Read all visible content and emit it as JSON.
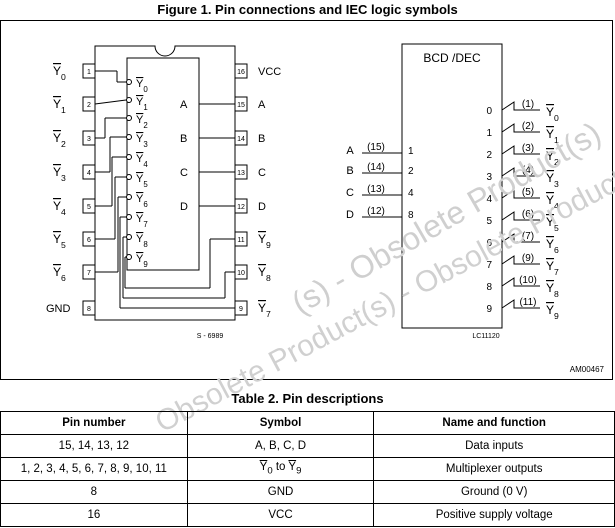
{
  "figure_title": "Figure 1. Pin connections and IEC logic symbols",
  "table_title": "Table 2. Pin descriptions",
  "watermark": "Obsolete Product(s) - Obsolete Product(s)",
  "dip": {
    "left_pins": [
      {
        "num": "1",
        "label": "Y",
        "sub": "0"
      },
      {
        "num": "2",
        "label": "Y",
        "sub": "1"
      },
      {
        "num": "3",
        "label": "Y",
        "sub": "2"
      },
      {
        "num": "4",
        "label": "Y",
        "sub": "3"
      },
      {
        "num": "5",
        "label": "Y",
        "sub": "4"
      },
      {
        "num": "6",
        "label": "Y",
        "sub": "5"
      },
      {
        "num": "7",
        "label": "Y",
        "sub": "6"
      },
      {
        "num": "8",
        "label": "GND",
        "sub": ""
      }
    ],
    "right_pins": [
      {
        "num": "16",
        "label": "V",
        "sub": "CC"
      },
      {
        "num": "15",
        "label": "A",
        "sub": ""
      },
      {
        "num": "14",
        "label": "B",
        "sub": ""
      },
      {
        "num": "13",
        "label": "C",
        "sub": ""
      },
      {
        "num": "12",
        "label": "D",
        "sub": ""
      },
      {
        "num": "11",
        "label": "Y",
        "sub": "9"
      },
      {
        "num": "10",
        "label": "Y",
        "sub": "8"
      },
      {
        "num": "9",
        "label": "Y",
        "sub": "7"
      }
    ],
    "inner_outputs": [
      "0",
      "1",
      "2",
      "3",
      "4",
      "5",
      "6",
      "7",
      "8",
      "9"
    ],
    "inner_inputs": [
      "A",
      "B",
      "C",
      "D"
    ],
    "ref": "S - 6989"
  },
  "iec": {
    "title": "BCD /DEC",
    "inputs": [
      {
        "name": "A",
        "pin": "(15)",
        "weight": "1"
      },
      {
        "name": "B",
        "pin": "(14)",
        "weight": "2"
      },
      {
        "name": "C",
        "pin": "(13)",
        "weight": "4"
      },
      {
        "name": "D",
        "pin": "(12)",
        "weight": "8"
      }
    ],
    "outputs": [
      {
        "idx": "0",
        "pin": "(1)",
        "sub": "0"
      },
      {
        "idx": "1",
        "pin": "(2)",
        "sub": "1"
      },
      {
        "idx": "2",
        "pin": "(3)",
        "sub": "2"
      },
      {
        "idx": "3",
        "pin": "(4)",
        "sub": "3"
      },
      {
        "idx": "4",
        "pin": "(5)",
        "sub": "4"
      },
      {
        "idx": "5",
        "pin": "(6)",
        "sub": "5"
      },
      {
        "idx": "6",
        "pin": "(7)",
        "sub": "6"
      },
      {
        "idx": "7",
        "pin": "(9)",
        "sub": "7"
      },
      {
        "idx": "8",
        "pin": "(10)",
        "sub": "8"
      },
      {
        "idx": "9",
        "pin": "(11)",
        "sub": "9"
      }
    ],
    "ref": "LC11120"
  },
  "fig_ref": "AM00467",
  "table": {
    "headers": [
      "Pin number",
      "Symbol",
      "Name and function"
    ],
    "rows": [
      [
        "15, 14, 13, 12",
        "A, B, C, D",
        "Data inputs"
      ],
      [
        "1, 2, 3, 4, 5, 6, 7, 8, 9, 10, 11",
        "Y0 to Y9",
        "Multiplexer outputs"
      ],
      [
        "8",
        "GND",
        "Ground (0 V)"
      ],
      [
        "16",
        "VCC",
        "Positive supply voltage"
      ]
    ]
  }
}
